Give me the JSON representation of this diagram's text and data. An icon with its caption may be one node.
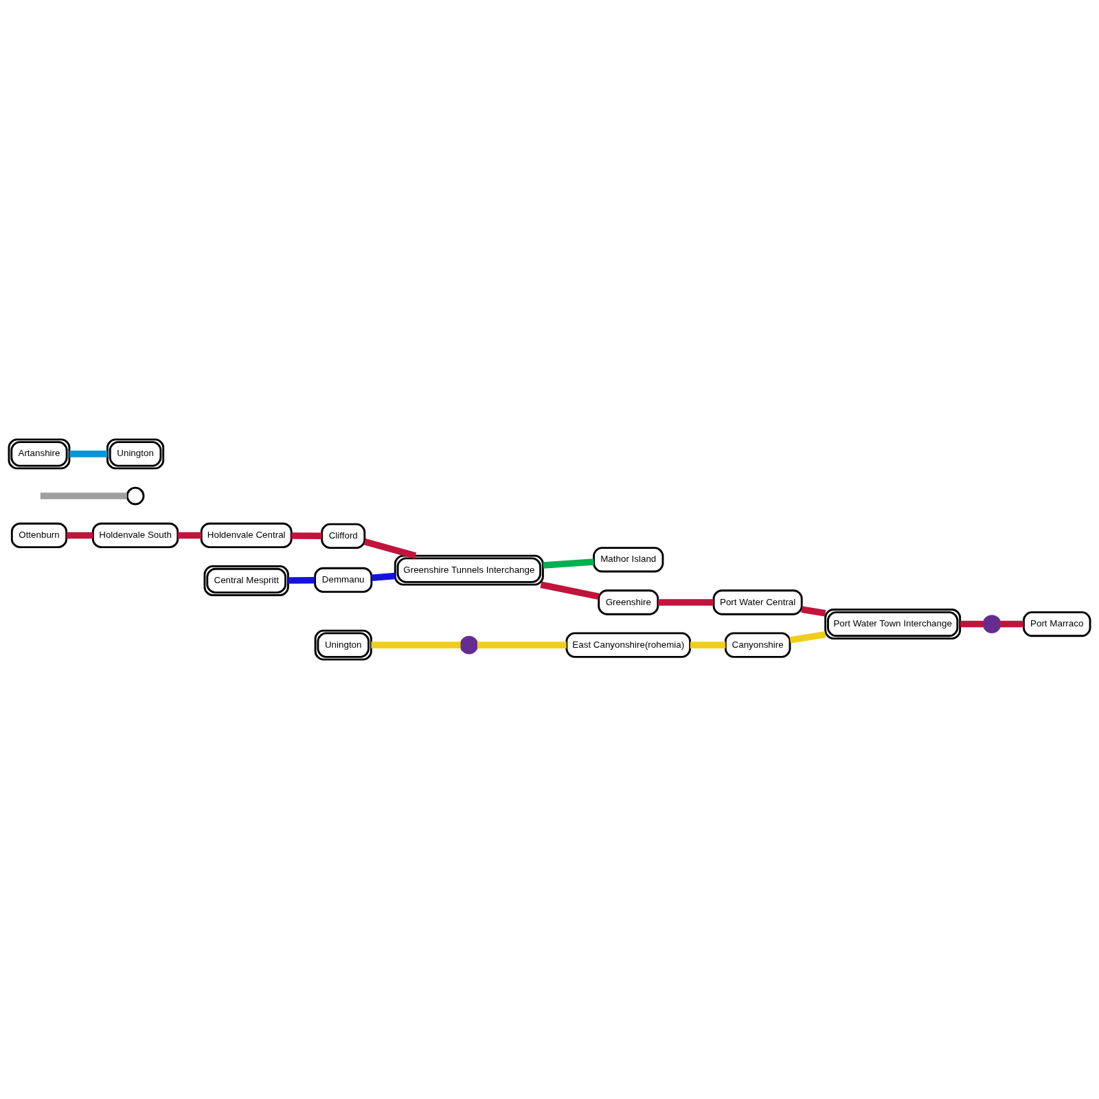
{
  "diagram": {
    "nodes": [
      {
        "text": [
          "Ottenburn"
        ]
      },
      {
        "text": [
          "Holdenvale South"
        ]
      },
      {
        "text": [],
        "shape": "circle"
      },
      {
        "text": [
          "Holdenvale Central"
        ]
      },
      {
        "text": [
          "Clifford"
        ]
      },
      {
        "text": [
          "Central Mespritt"
        ]
      },
      {
        "text": [
          "Demmanu"
        ]
      },
      {
        "text": [
          "Greenshire Tunnels Interchange"
        ]
      },
      {
        "text": [
          "Mathor Island"
        ]
      },
      {
        "text": [
          "Greenshire"
        ]
      },
      {
        "text": [
          "Port Water Central"
        ]
      },
      {
        "text": [
          "Artanshire"
        ]
      },
      {
        "text": [
          "Unington"
        ]
      },
      {
        "text": [
          "Unington"
        ]
      },
      {
        "text": [],
        "shape": "circle"
      },
      {
        "text": [
          "East Canyonshire(rohemia)"
        ]
      },
      {
        "text": [
          "Canyonshire"
        ]
      },
      {
        "text": [
          "Port Water Town Interchange"
        ]
      },
      {
        "text": [],
        "shape": "circle"
      },
      {
        "text": [
          "Port Marraco"
        ]
      }
    ],
    "edges": [
      {
        "from": 0,
        "to": 1,
        "arrow": "none"
      },
      {
        "from": 1,
        "to": 3,
        "arrow": "none"
      },
      {
        "from": 3,
        "to": 4,
        "arrow": "none"
      },
      {
        "from": 4,
        "to": 7,
        "arrow": "none"
      },
      {
        "from": 7,
        "to": 9,
        "arrow": "none"
      },
      {
        "from": 9,
        "to": 10,
        "arrow": "none"
      },
      {
        "from": 10,
        "to": 17,
        "arrow": "none"
      },
      {
        "from": 17,
        "to": 18,
        "arrow": "none"
      },
      {
        "from": 18,
        "to": 19,
        "arrow": "none"
      },
      {
        "from": null,
        "to": 2,
        "arrow": "none",
        "color": "#a0a0a0"
      },
      {
        "from": 5,
        "to": 6,
        "arrow": "none",
        "color": "#1414dc"
      },
      {
        "from": 6,
        "to": 7,
        "arrow": "none",
        "color": "#1414dc"
      },
      {
        "from": 7,
        "to": 8,
        "arrow": "none",
        "color": "#00b050"
      },
      {
        "from": 11,
        "to": 12,
        "arrow": "none",
        "color": "#0a96d7"
      },
      {
        "from": 13,
        "to": 14,
        "arrow": "none",
        "color": "#f0cd19"
      },
      {
        "from": 14,
        "to": 15,
        "arrow": "none",
        "color": "#f0cd19"
      },
      {
        "from": 15,
        "to": 16,
        "arrow": "none",
        "color": "#f0cd19"
      },
      {
        "from": 16,
        "to": 17,
        "arrow": "none",
        "color": "#f0cd19"
      }
    ]
  }
}
